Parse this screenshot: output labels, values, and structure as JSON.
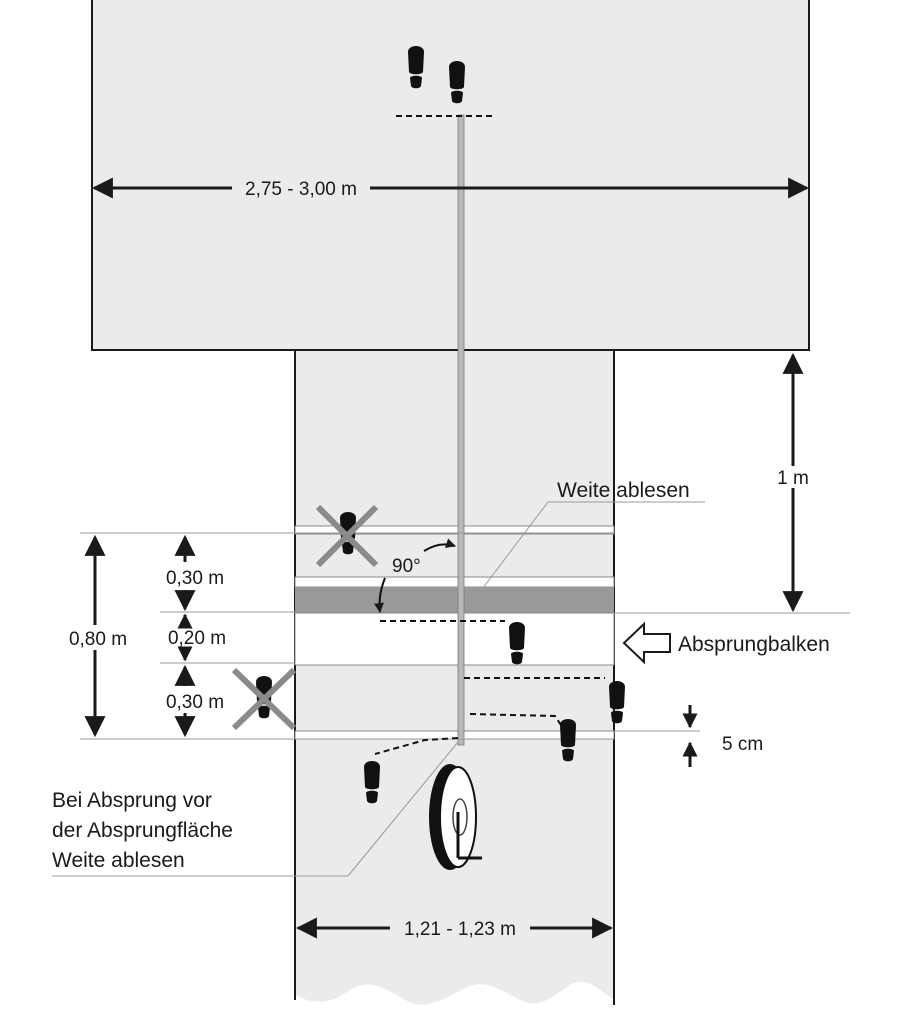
{
  "labels": {
    "pit_width": "2,75 - 3,00 m",
    "distance_1m": "1 m",
    "read_distance": "Weite ablesen",
    "angle": "90°",
    "total_zone": "0,80 m",
    "zone_top": "0,30 m",
    "zone_board": "0,20 m",
    "zone_bottom": "0,30 m",
    "board_name": "Absprungbalken",
    "margin_5cm": "5 cm",
    "note_line1": "Bei Absprung vor",
    "note_line2": "der Absprungfläche",
    "note_line3": "Weite ablesen",
    "runway_width": "1,21 - 1,23 m"
  },
  "colors": {
    "area_fill": "#ebebeb",
    "board_fill": "#999999",
    "outline": "#1a1a1a",
    "tape": "#b8b8b8",
    "cross": "#8a8a8a",
    "thin_line": "#9a9a9a"
  },
  "icons": [
    "footprint-icon",
    "cross-icon",
    "measuring-tape-icon",
    "outline-arrow-icon"
  ]
}
